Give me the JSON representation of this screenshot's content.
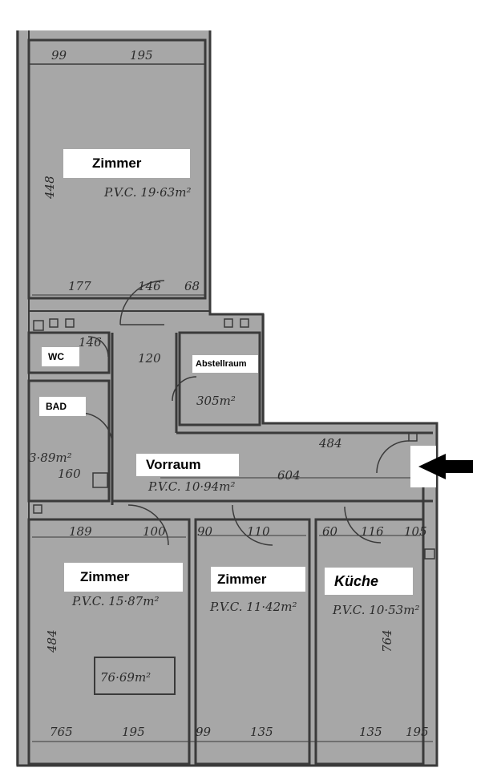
{
  "rooms": {
    "zimmer_top": {
      "label": "Zimmer",
      "area": "P.V.C.  19·63m²"
    },
    "wc": {
      "label": "WC"
    },
    "bad": {
      "label": "BAD"
    },
    "abstellraum": {
      "label": "Abstellraum"
    },
    "vorraum": {
      "label": "Vorraum",
      "area": "P.V.C.  10·94m²"
    },
    "zimmer_left": {
      "label": "Zimmer",
      "area": "P.V.C.  15·87m²"
    },
    "zimmer_mid": {
      "label": "Zimmer",
      "area": "P.V.C.  11·42m²"
    },
    "kueche": {
      "label": "Küche",
      "area": "P.V.C.  10·53m²"
    }
  },
  "total_area": "76·69m²",
  "dimensions": {
    "top_d1": "99",
    "top_d2": "195",
    "top_d3": "177",
    "top_d4": "146",
    "top_d5": "68",
    "top_side": "448",
    "wc_d1": "146",
    "bad_d1": "160",
    "bad_area": "3·89m²",
    "abst_d1": "305m²",
    "hall_d1": "120",
    "hall_d2": "484",
    "hall_d3": "604",
    "low_d1": "189",
    "low_d2": "100",
    "low_d3": "90",
    "low_d4": "110",
    "low_d5": "60",
    "low_d6": "116",
    "low_d7": "105",
    "low_side_l": "484",
    "low_side_r": "764",
    "bot_d1": "765",
    "bot_d2": "195",
    "bot_d3": "99",
    "bot_d4": "135",
    "bot_d5": "135",
    "bot_d6": "195"
  },
  "colors": {
    "paper": "#a9a9a9",
    "wall": "#3a3a3a",
    "label_bg": "#ffffff",
    "arrow": "#000000"
  },
  "entrance_arrow_icon": "arrow-left-icon"
}
